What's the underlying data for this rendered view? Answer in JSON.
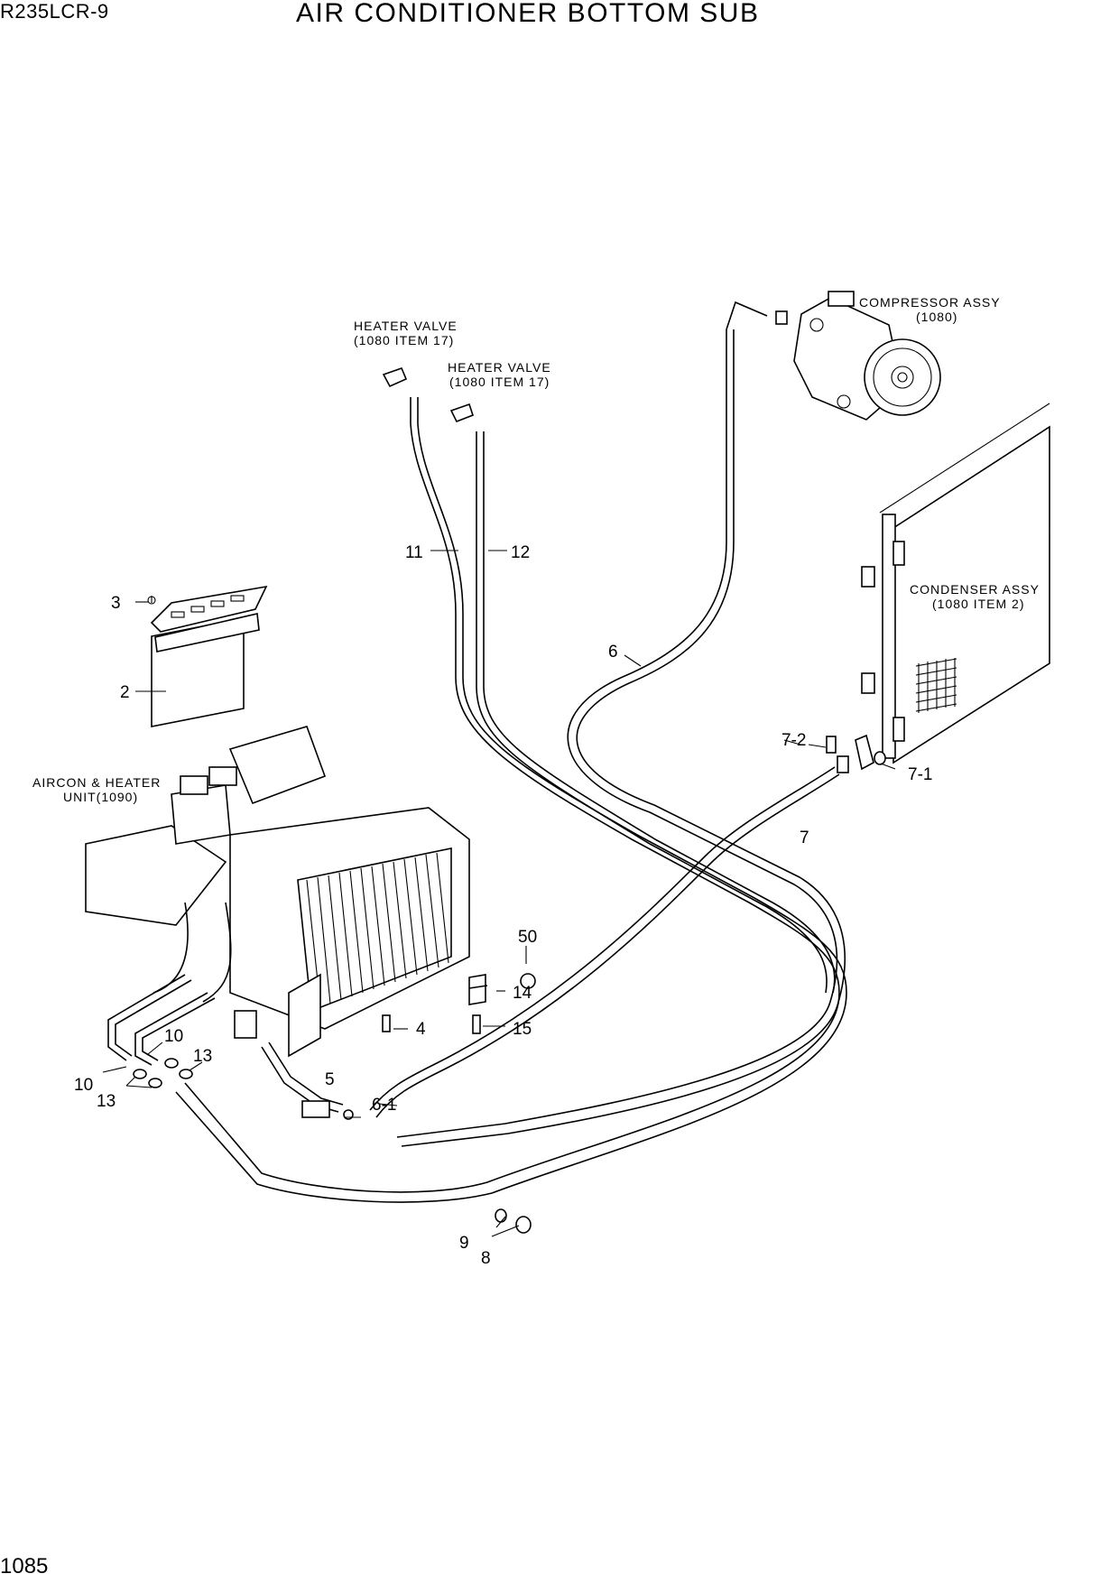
{
  "header": {
    "model": "R235LCR-9",
    "title": "AIR CONDITIONER BOTTOM SUB"
  },
  "footer": {
    "page_number": "1085"
  },
  "callouts": {
    "heater_valve_1": {
      "line1": "HEATER VALVE",
      "line2": "(1080 ITEM 17)"
    },
    "heater_valve_2": {
      "line1": "HEATER VALVE",
      "line2": "(1080 ITEM 17)"
    },
    "compressor": {
      "line1": "COMPRESSOR ASSY",
      "line2": "(1080)"
    },
    "condenser": {
      "line1": "CONDENSER ASSY",
      "line2": "(1080 ITEM 2)"
    },
    "aircon_unit": {
      "line1": "AIRCON & HEATER",
      "line2": "UNIT(1090)"
    }
  },
  "part_numbers": {
    "p2": "2",
    "p3": "3",
    "p4": "4",
    "p5": "5",
    "p6": "6",
    "p6_1": "6-1",
    "p7": "7",
    "p7_1": "7-1",
    "p7_2": "7-2",
    "p8": "8",
    "p9": "9",
    "p10a": "10",
    "p10b": "10",
    "p11": "11",
    "p12": "12",
    "p13a": "13",
    "p13b": "13",
    "p14": "14",
    "p15": "15",
    "p50": "50"
  }
}
